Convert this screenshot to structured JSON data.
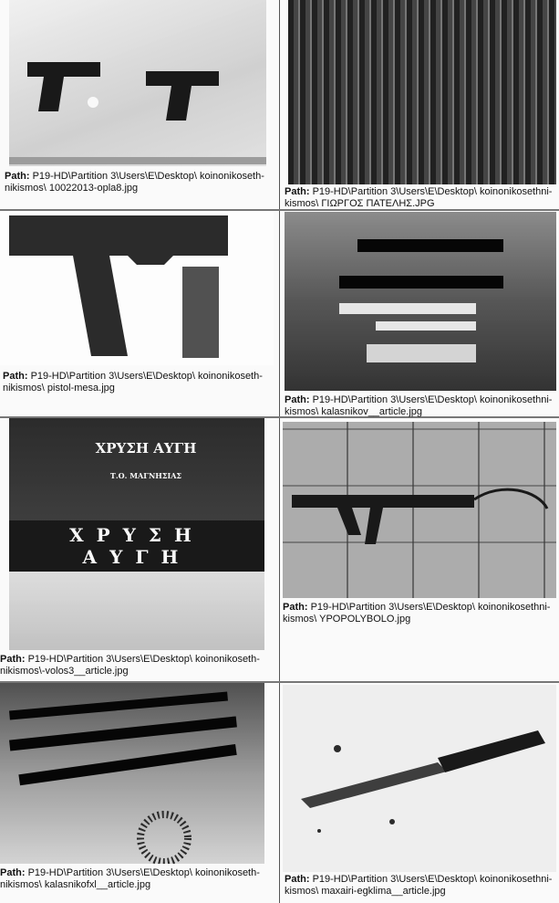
{
  "path_label": "Path:",
  "items": [
    {
      "caption_line1": "P19-HD\\Partition 3\\Users\\E\\Desktop\\ koinonikoseth-",
      "caption_line2": "nikismos\\ 10022013-opla8.jpg"
    },
    {
      "caption_line1": "P19-HD\\Partition 3\\Users\\E\\Desktop\\ koinonikosethni-",
      "caption_line2": "kismos\\ ΓΙΩΡΓΟΣ ΠΑΤΕΛΗΣ.JPG"
    },
    {
      "caption_line1": "P19-HD\\Partition 3\\Users\\E\\Desktop\\ koinonikoseth-",
      "caption_line2": "nikismos\\ pistol-mesa.jpg"
    },
    {
      "caption_line1": "P19-HD\\Partition 3\\Users\\E\\Desktop\\ koinonikosethni-",
      "caption_line2": "kismos\\ kalasnikov__article.jpg"
    },
    {
      "caption_line1": "P19-HD\\Partition 3\\Users\\E\\Desktop\\ koinonikoseth-",
      "caption_line2": "nikismos\\-volos3__article.jpg",
      "photo_text_top": "ΧΡΥΣΗ ΑΥΓΗ",
      "photo_text_sub": "Τ.Ο. ΜΑΓΝΗΣΙΑΣ",
      "photo_text_banner": "ΧΡΥΣΗ ΑΥΓΗ"
    },
    {
      "caption_line1": "P19-HD\\Partition 3\\Users\\E\\Desktop\\ koinonikosethni-",
      "caption_line2": "kismos\\ YPOPOLYBOLO.jpg"
    },
    {
      "caption_line1": "P19-HD\\Partition 3\\Users\\E\\Desktop\\ koinonikoseth-",
      "caption_line2": "nikismos\\ kalasnikofxl__article.jpg"
    },
    {
      "caption_line1": "P19-HD\\Partition 3\\Users\\E\\Desktop\\ koinonikosethni-",
      "caption_line2": "kismos\\ maxairi-egklima__article.jpg"
    }
  ]
}
